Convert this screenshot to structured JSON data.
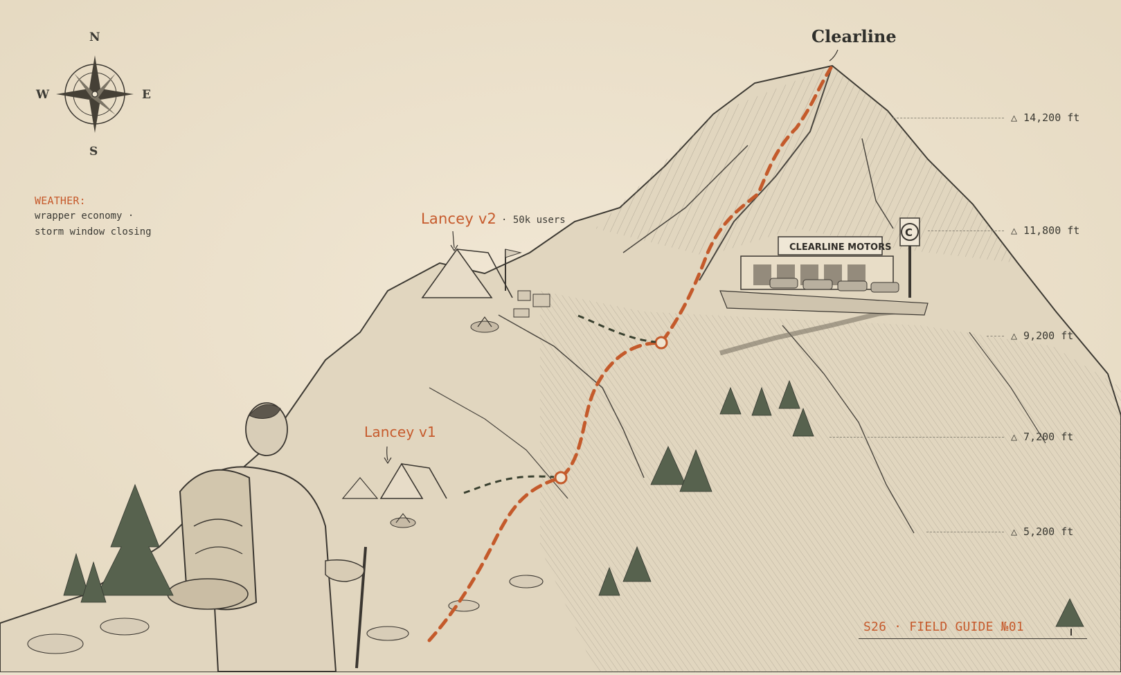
{
  "summit": {
    "label": "Clearline",
    "dealership_sign": "CLEARLINE MOTORS",
    "sign_emblem": "C"
  },
  "compass": {
    "north": "N",
    "south": "S",
    "east": "E",
    "west": "W"
  },
  "weather": {
    "heading": "WEATHER:",
    "line1": "wrapper economy ·",
    "line2": "storm window closing"
  },
  "camps": [
    {
      "name": "Lancey v2",
      "note": "· 50k users"
    },
    {
      "name": "Lancey v1"
    }
  ],
  "elevations": [
    {
      "label": "△ 14,200 ft"
    },
    {
      "label": "△ 11,800 ft"
    },
    {
      "label": "△ 9,200 ft"
    },
    {
      "label": "△ 7,200 ft"
    },
    {
      "label": "△ 5,200 ft"
    }
  ],
  "footer": {
    "label": "S26 · FIELD GUIDE №01"
  },
  "colors": {
    "background": "#ece2cd",
    "trail": "#c45a2b",
    "ink": "#35322b",
    "accent_text": "#c65a2c",
    "pine": "#4c5a46"
  }
}
